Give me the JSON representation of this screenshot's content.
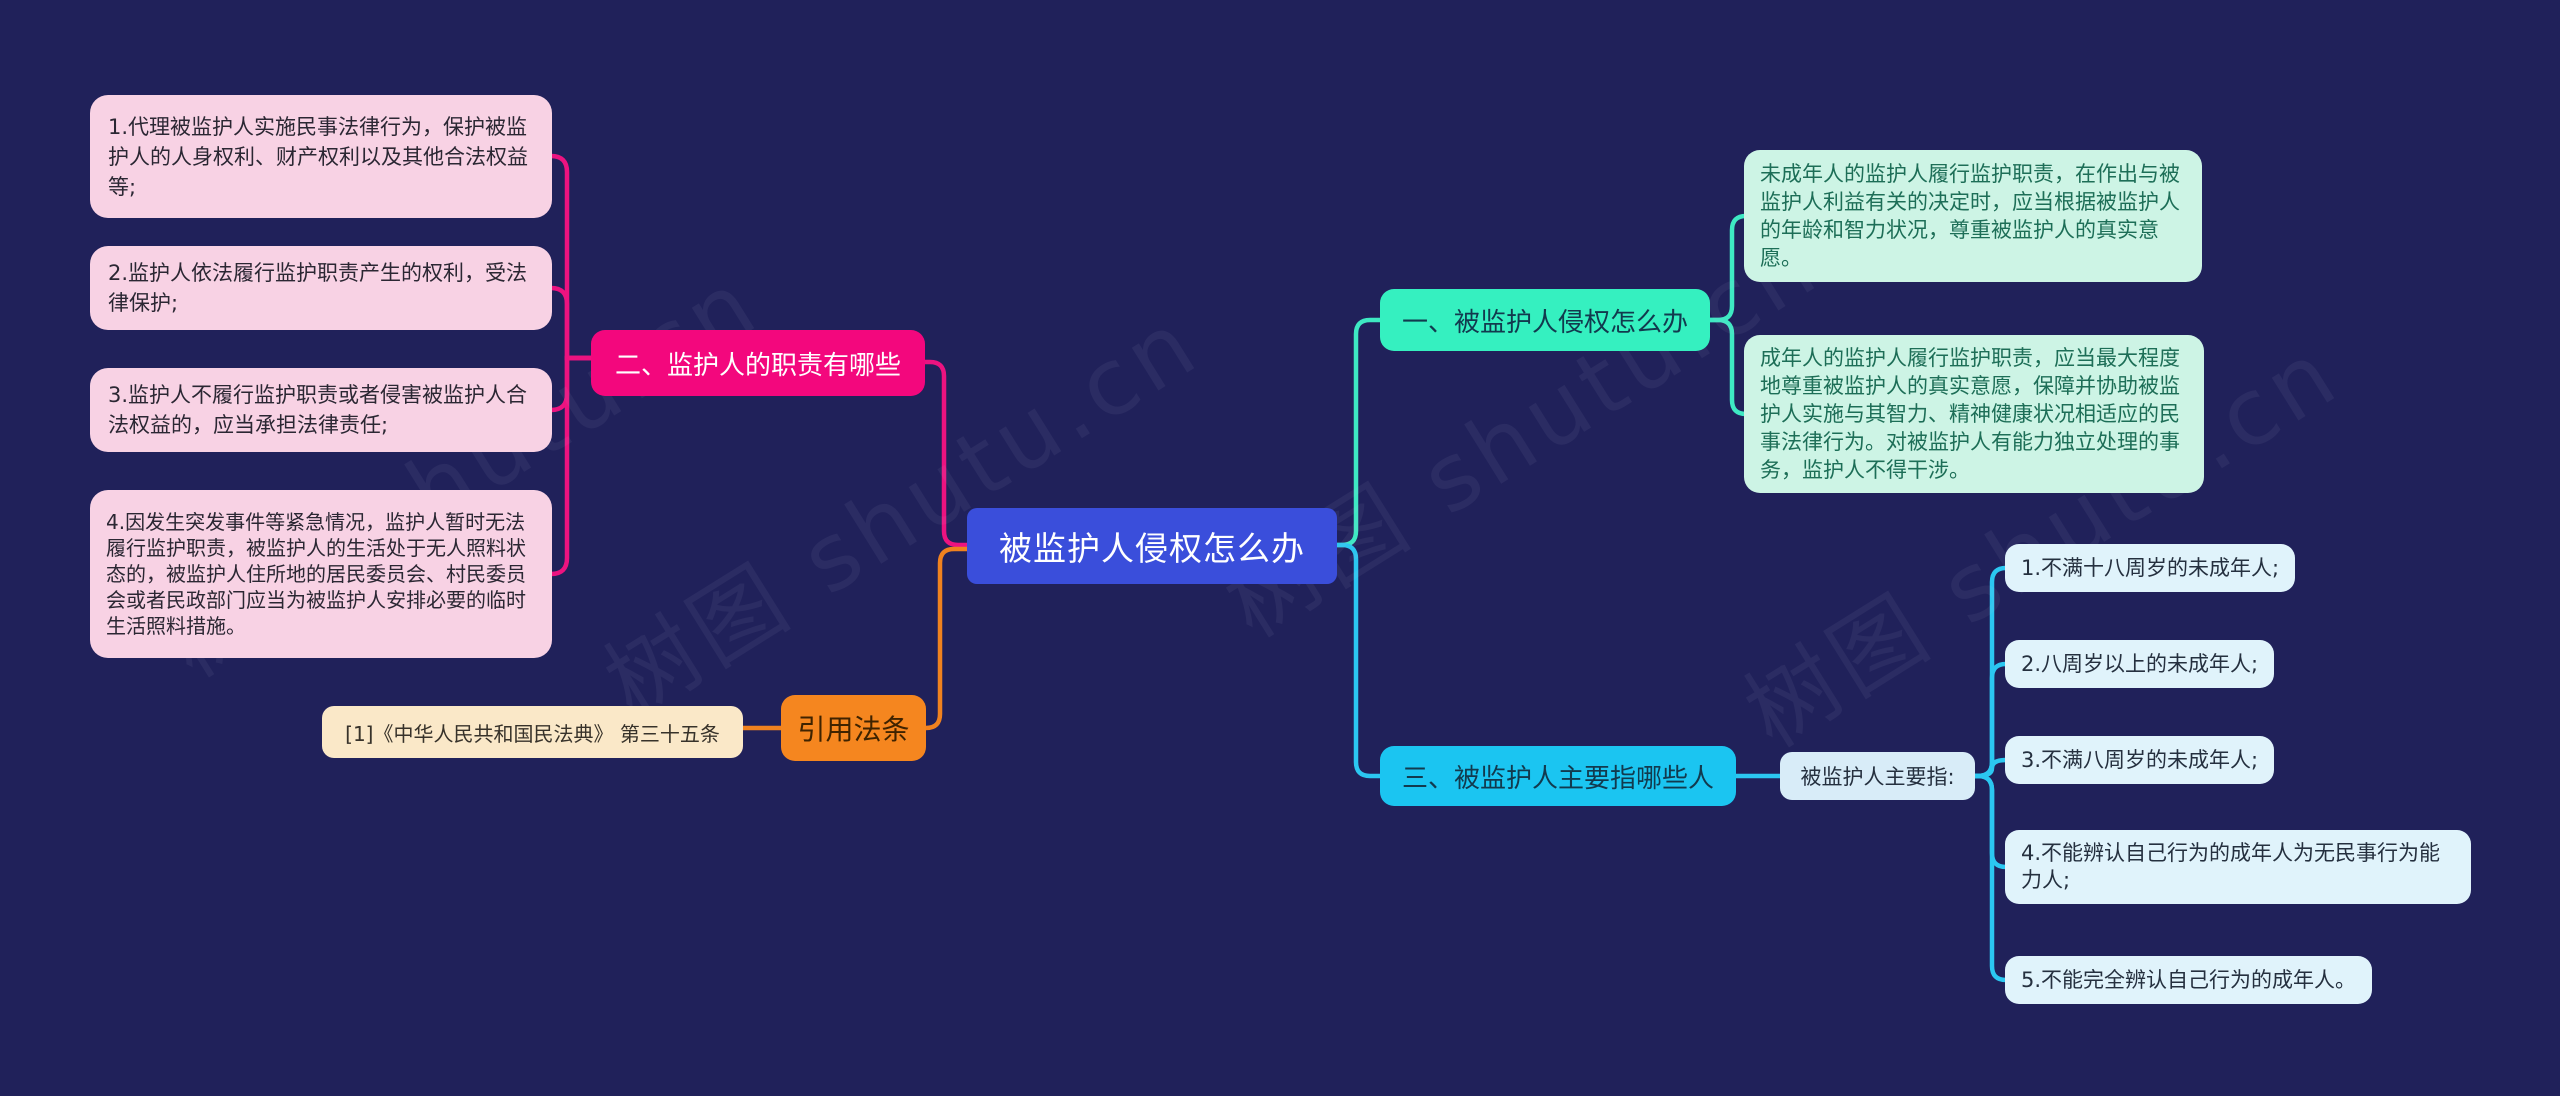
{
  "canvas": {
    "background": "#20215A"
  },
  "watermark": {
    "text": "树图 shutu.cn"
  },
  "root": {
    "label": "被监护人侵权怎么办",
    "color": "#3A4EDB"
  },
  "branches": {
    "duties": {
      "label": "二、监护人的职责有哪些",
      "color": "#F3077D",
      "items": [
        "1.代理被监护人实施民事法律行为，保护被监护人的人身权利、财产权利以及其他合法权益等;",
        "2.监护人依法履行监护职责产生的权利，受法律保护;",
        "3.监护人不履行监护职责或者侵害被监护人合法权益的，应当承担法律责任;",
        "4.因发生突发事件等紧急情况，监护人暂时无法履行监护职责，被监护人的生活处于无人照料状态的，被监护人住所地的居民委员会、村民委员会或者民政部门应当为被监护人安排必要的临时生活照料措施。"
      ]
    },
    "law_ref": {
      "label": "引用法条",
      "color": "#F5861F",
      "citation": "[1]《中华人民共和国民法典》 第三十五条"
    },
    "infringement": {
      "label": "一、被监护人侵权怎么办",
      "color": "#35F0C0",
      "items": [
        "未成年人的监护人履行监护职责，在作出与被监护人利益有关的决定时，应当根据被监护人的年龄和智力状况，尊重被监护人的真实意愿。",
        "成年人的监护人履行监护职责，应当最大程度地尊重被监护人的真实意愿，保障并协助被监护人实施与其智力、精神健康状况相适应的民事法律行为。对被监护人有能力独立处理的事务，监护人不得干涉。"
      ]
    },
    "wards": {
      "label": "三、被监护人主要指哪些人",
      "color": "#1BC5F1",
      "note": "被监护人主要指:",
      "items": [
        "1.不满十八周岁的未成年人;",
        "2.八周岁以上的未成年人;",
        "3.不满八周岁的未成年人;",
        "4.不能辨认自己行为的成年人为无民事行为能力人;",
        "5.不能完全辨认自己行为的成年人。"
      ]
    }
  }
}
